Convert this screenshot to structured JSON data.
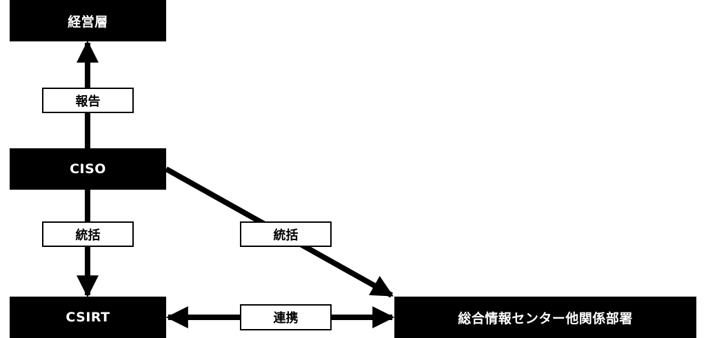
{
  "nodes": {
    "management": "経営層",
    "ciso": "CISO",
    "csirt": "CSIRT",
    "center": "総合情報センター他関係部署"
  },
  "edges": {
    "report": "報告",
    "govern_csirt": "統括",
    "govern_center": "統括",
    "cooperation": "連携"
  },
  "colors": {
    "node_fill": "#000000",
    "node_text": "#ffffff",
    "label_fill": "#ffffff",
    "line": "#000000"
  }
}
